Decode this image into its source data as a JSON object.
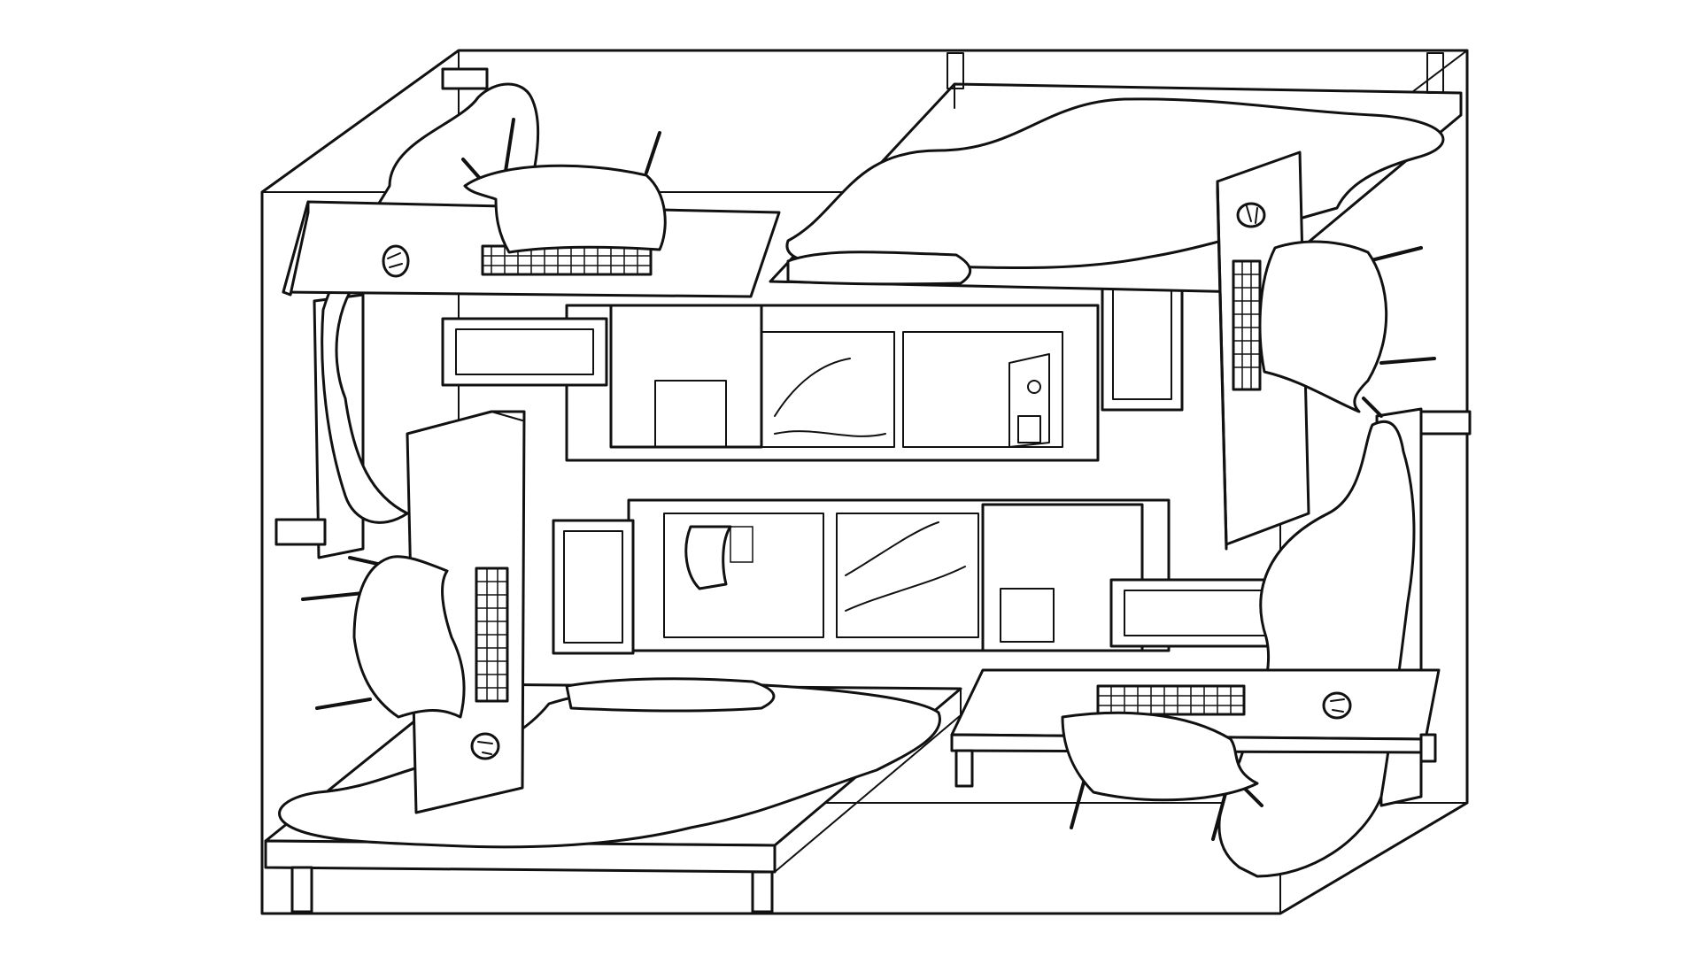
{
  "colors": {
    "background": "#ffffff",
    "line": "#111111",
    "fill": "#ffffff"
  },
  "icons": [
    "room-box",
    "bed",
    "desk",
    "chair",
    "keyboard-grid",
    "computer-mouse",
    "monitor",
    "window",
    "pillow",
    "blanket"
  ]
}
